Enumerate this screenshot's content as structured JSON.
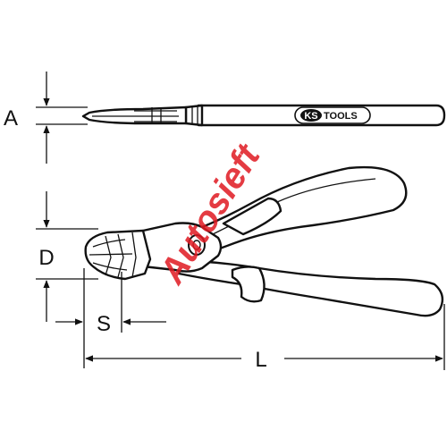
{
  "dimensions": {
    "A": "A",
    "D": "D",
    "S": "S",
    "L": "L"
  },
  "logo": {
    "prefix": "KS",
    "suffix": "TOOLS"
  },
  "watermark": "Autosieft",
  "colors": {
    "line": "#111111",
    "watermark": "#e01a22",
    "background": "#ffffff"
  }
}
